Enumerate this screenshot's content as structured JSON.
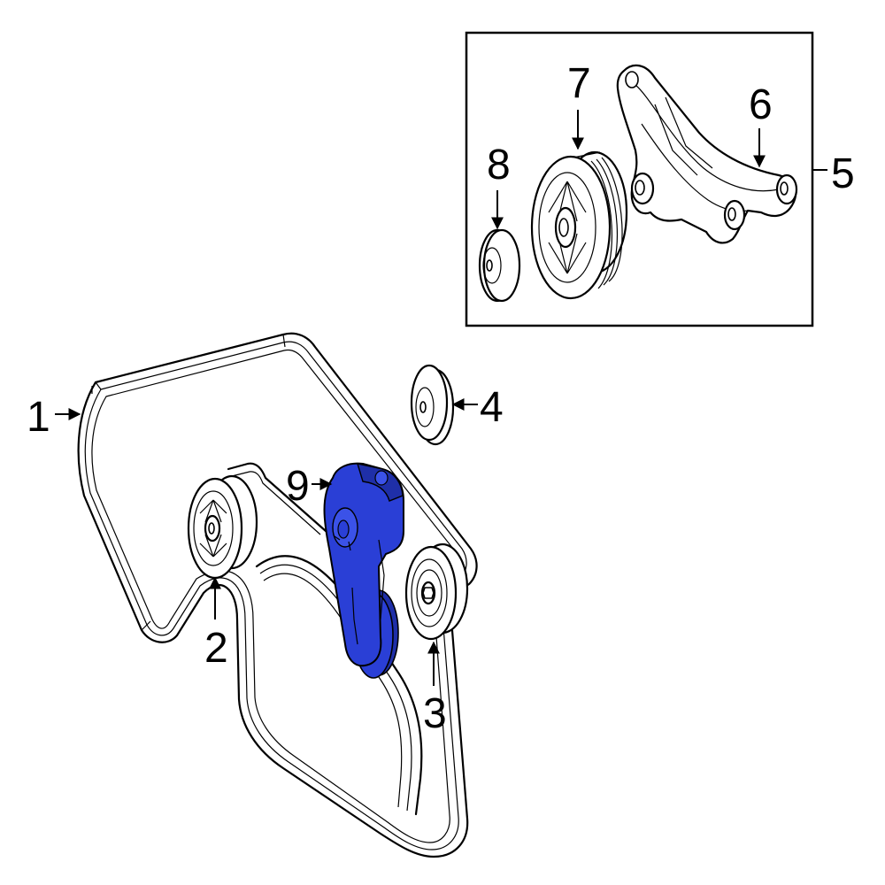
{
  "diagram": {
    "highlight_color": "#2a3fd6",
    "callouts": {
      "c1": "1",
      "c2": "2",
      "c3": "3",
      "c4": "4",
      "c5": "5",
      "c6": "6",
      "c7": "7",
      "c8": "8",
      "c9": "9"
    }
  }
}
